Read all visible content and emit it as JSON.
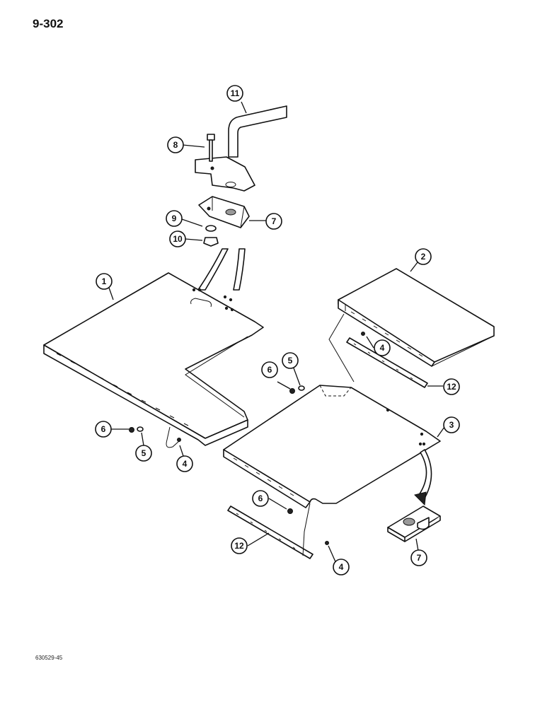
{
  "page": {
    "number": "9-302",
    "figure_code": "630529-45"
  },
  "callouts": [
    "1",
    "2",
    "3",
    "4",
    "4",
    "4",
    "5",
    "5",
    "6",
    "6",
    "6",
    "7",
    "7",
    "8",
    "9",
    "10",
    "11",
    "12",
    "12"
  ]
}
